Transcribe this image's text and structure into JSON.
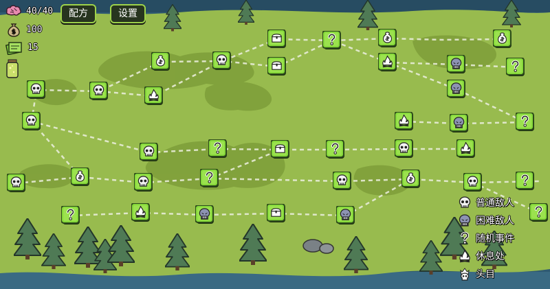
{
  "hud": {
    "health": "40/40",
    "money": "100",
    "cards": "15"
  },
  "buttons": {
    "recipe": "配方",
    "settings": "设置"
  },
  "legend": {
    "normal_enemy": "普通敌人",
    "hard_enemy": "困难敌人",
    "random_event": "随机事件",
    "rest_site": "休息处",
    "boss": "头目"
  },
  "colors": {
    "grass": "#98bb4e",
    "grass_dark": "#7e9e3a",
    "node_fill": "#86d93a",
    "node_border": "#2c4a1a",
    "water": "#2f5a72"
  },
  "map_nodes": [
    {
      "type": "random_event"
    },
    {
      "type": "chest"
    },
    {
      "type": "chest"
    },
    {
      "type": "merchant"
    },
    {
      "type": "normal_enemy"
    },
    {
      "type": "merchant"
    },
    {
      "type": "normal_enemy"
    },
    {
      "type": "rest_site"
    },
    {
      "type": "normal_enemy"
    },
    {
      "type": "normal_enemy"
    },
    {
      "type": "rest_site"
    },
    {
      "type": "merchant"
    },
    {
      "type": "random_event"
    },
    {
      "type": "normal_enemy"
    },
    {
      "type": "random_event"
    },
    {
      "type": "chest"
    },
    {
      "type": "random_event"
    },
    {
      "type": "normal_enemy"
    },
    {
      "type": "rest_site"
    },
    {
      "type": "hard_enemy"
    },
    {
      "type": "normal_enemy"
    },
    {
      "type": "random_event"
    },
    {
      "type": "normal_enemy"
    },
    {
      "type": "merchant"
    },
    {
      "type": "hard_enemy"
    },
    {
      "type": "random_event"
    },
    {
      "type": "rest_site"
    },
    {
      "type": "chest"
    },
    {
      "type": "hard_enemy"
    },
    {
      "type": "hard_enemy"
    },
    {
      "type": "merchant"
    },
    {
      "type": "normal_enemy"
    },
    {
      "type": "rest_site"
    },
    {
      "type": "hard_enemy"
    },
    {
      "type": "random_event"
    },
    {
      "type": "random_event"
    },
    {
      "type": "normal_enemy"
    },
    {
      "type": "random_event"
    }
  ]
}
